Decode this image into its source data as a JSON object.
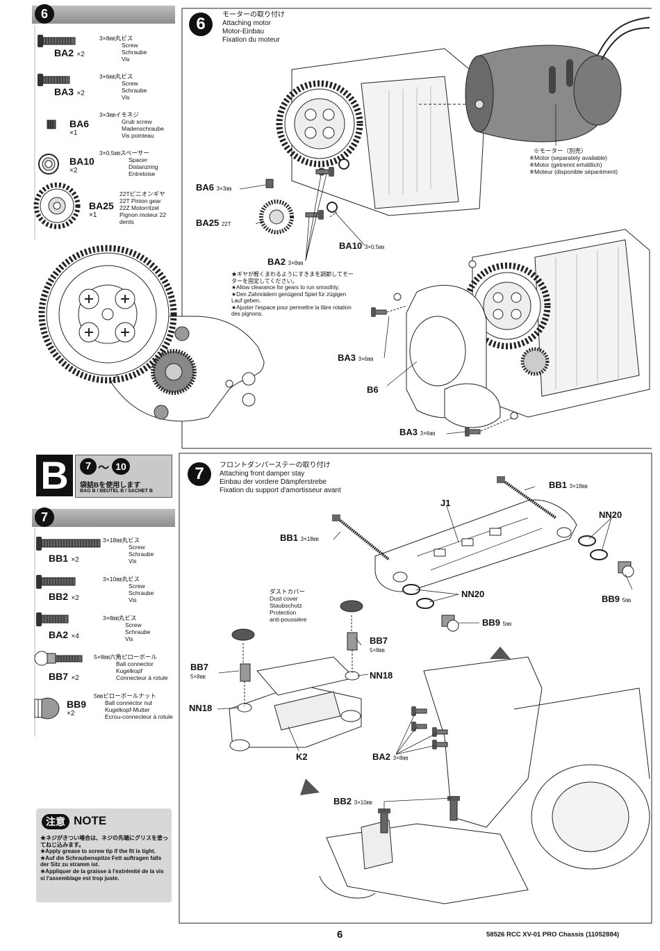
{
  "step6": {
    "number": "6",
    "title_lines": [
      "モーターの取り付け",
      "Attaching motor",
      "Motor-Einbau",
      "Fixation du moteur"
    ],
    "parts": [
      {
        "code": "BA2",
        "qty": "×2",
        "desc": [
          "3×8㎜丸ビス",
          "Screw",
          "Schraube",
          "Vis"
        ]
      },
      {
        "code": "BA3",
        "qty": "×2",
        "desc": [
          "3×6㎜丸ビス",
          "Screw",
          "Schraube",
          "Vis"
        ]
      },
      {
        "code": "BA6",
        "qty": "×1",
        "desc": [
          "3×3㎜イモネジ",
          "Grub screw",
          "Madenschraube",
          "Vis pointeau"
        ]
      },
      {
        "code": "BA10",
        "qty": "×2",
        "desc": [
          "3×0.5㎜スペーサー",
          "Spacer",
          "Distanzring",
          "Entretoise"
        ]
      },
      {
        "code": "BA25",
        "qty": "×1",
        "desc": [
          "22Tピニオンギヤ",
          "22T Pinion gear",
          "22Z Motorritzel",
          "Pignon moteur 22 dents"
        ]
      }
    ],
    "motor_note": [
      "※モーター（別売）",
      "※Motor (separately available)",
      "※Motor (getrennt erhältlich)",
      "※Moteur (disponible séparément)"
    ],
    "gear_note": [
      "★ギヤが軽くまわるようにすきまを調節してモーターを固定してください。",
      "★Allow clearance for gears to run smoothly.",
      "★Den Zahnrädern genügend Spiel für zügigen Lauf geben.",
      "★Ajuster l'espace pour permettre la libre rotation des pignons."
    ],
    "callouts": {
      "ba6": {
        "code": "BA6",
        "size": "3×3㎜"
      },
      "ba25": {
        "code": "BA25",
        "size": "22T"
      },
      "ba10": {
        "code": "BA10",
        "size": "3×0.5㎜"
      },
      "ba2": {
        "code": "BA2",
        "size": "3×8㎜"
      },
      "ba3a": {
        "code": "BA3",
        "size": "3×6㎜"
      },
      "b6": {
        "code": "B6"
      },
      "ba3b": {
        "code": "BA3",
        "size": "3×6㎜"
      }
    }
  },
  "bag": {
    "letter": "B",
    "range_from": "7",
    "range_sep": "～",
    "range_to": "10",
    "line1": "袋詰Bを使用します",
    "line2": "BAG B / BEUTEL B / SACHET B"
  },
  "step7": {
    "number": "7",
    "title_lines": [
      "フロントダンパーステーの取り付け",
      "Attaching front damper stay",
      "Einbau der vordere Dämpferstrebe",
      "Fixation du support d'amortisseur avant"
    ],
    "parts": [
      {
        "code": "BB1",
        "qty": "×2",
        "desc": [
          "3×18㎜丸ビス",
          "Screw",
          "Schraube",
          "Vis"
        ]
      },
      {
        "code": "BB2",
        "qty": "×2",
        "desc": [
          "3×10㎜丸ビス",
          "Screw",
          "Schraube",
          "Vis"
        ]
      },
      {
        "code": "BA2",
        "qty": "×4",
        "desc": [
          "3×8㎜丸ビス",
          "Screw",
          "Schraube",
          "Vis"
        ]
      },
      {
        "code": "BB7",
        "qty": "×2",
        "desc": [
          "5×8㎜六角ピローボール",
          "Ball connector",
          "Kugelkopf",
          "Connecteur à rotule"
        ]
      },
      {
        "code": "BB9",
        "qty": "×2",
        "desc": [
          "5㎜ピローボールナット",
          "Ball connector nut",
          "Kugelkopf-Mutter",
          "Ecrou-connecteur à rotule"
        ]
      }
    ],
    "dust_cover": [
      "ダストカバー",
      "Dust cover",
      "Staubschutz",
      "Protection",
      "anti-poussière"
    ],
    "callouts": {
      "j1": {
        "code": "J1"
      },
      "bb1a": {
        "code": "BB1",
        "size": "3×18㎜"
      },
      "bb1b": {
        "code": "BB1",
        "size": "3×18㎜"
      },
      "nn20a": {
        "code": "NN20"
      },
      "nn20b": {
        "code": "NN20"
      },
      "bb9a": {
        "code": "BB9",
        "size": "5㎜"
      },
      "bb9b": {
        "code": "BB9",
        "size": "5㎜"
      },
      "bb7a": {
        "code": "BB7",
        "size": "5×8㎜"
      },
      "bb7b": {
        "code": "BB7",
        "size": "5×8㎜"
      },
      "nn18a": {
        "code": "NN18"
      },
      "nn18b": {
        "code": "NN18"
      },
      "k2": {
        "code": "K2"
      },
      "ba2": {
        "code": "BA2",
        "size": "3×8㎜"
      },
      "bb2": {
        "code": "BB2",
        "size": "3×10㎜"
      }
    }
  },
  "note": {
    "badge": "注意",
    "heading": "NOTE",
    "lines": [
      "★ネジがきつい場合は、ネジの先端にグリスを塗ってねじ込みます。",
      "★Apply grease to screw tip if the fit is tight.",
      "★Auf die Schraubenspitze Fett auftragen falls der Sitz zu stramm ist.",
      "★Appliquer de la graisse à l'extrémité de la vis si l'assemblage est trop juste."
    ]
  },
  "footer": {
    "page": "6",
    "code": "58526 RCC XV-01 PRO Chassis (11052884)"
  }
}
